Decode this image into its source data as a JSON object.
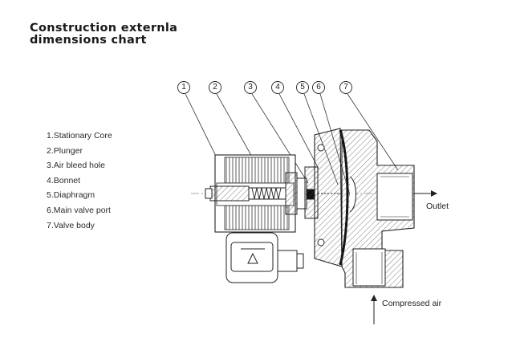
{
  "title": {
    "line1": "Construction externla",
    "line2": "dimensions chart"
  },
  "legend": [
    "1.Stationary Core",
    "2.Plunger",
    "3.Air bleed hole",
    "4.Bonnet",
    "5.Diaphragm",
    "6.Main valve port",
    "7.Valve body"
  ],
  "callouts": [
    "1",
    "2",
    "3",
    "4",
    "5",
    "6",
    "7"
  ],
  "labels": {
    "outlet": "Outlet",
    "inlet": "Compressed air"
  }
}
